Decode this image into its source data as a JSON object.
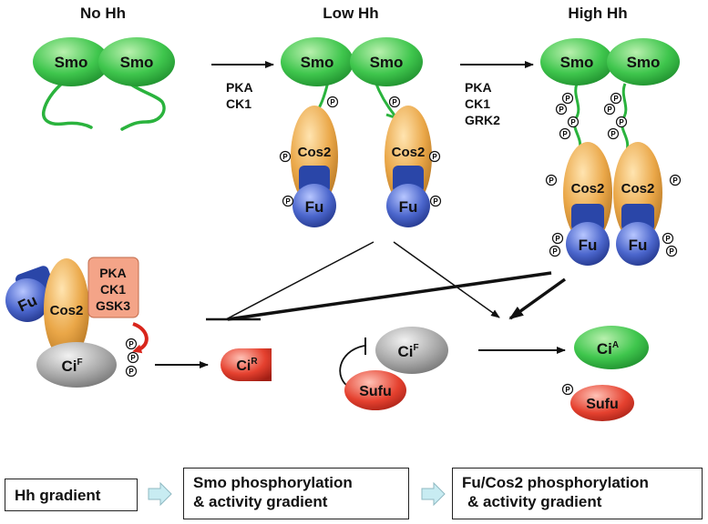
{
  "headers": {
    "no_hh": "No Hh",
    "low_hh": "Low Hh",
    "high_hh": "High Hh"
  },
  "proteins": {
    "smo": "Smo",
    "cos2": "Cos2",
    "fu": "Fu",
    "ci": "Ci",
    "ci_f_sup": "F",
    "ci_r_sup": "R",
    "ci_a_sup": "A",
    "sufu": "Sufu",
    "p": "P"
  },
  "kinases": {
    "arrow1": [
      "PKA",
      "CK1"
    ],
    "arrow2": [
      "PKA",
      "CK1",
      "GRK2"
    ],
    "complex": [
      "PKA",
      "CK1",
      "GSK3"
    ]
  },
  "legend": {
    "hh_gradient": "Hh gradient",
    "smo_line1": "Smo phosphorylation",
    "smo_line2": "& activity gradient",
    "fu_line1": "Fu/Cos2 phosphorylation",
    "fu_line2": "& activity gradient"
  },
  "colors": {
    "smo": "#33c24a",
    "cos2": "#e7a43c",
    "fu": "#4a63c8",
    "ci_f": "#9a9a9a",
    "red": "#e2352a",
    "kinase_box": "#f4a488",
    "legend_arrow": "#c8ecf2"
  }
}
